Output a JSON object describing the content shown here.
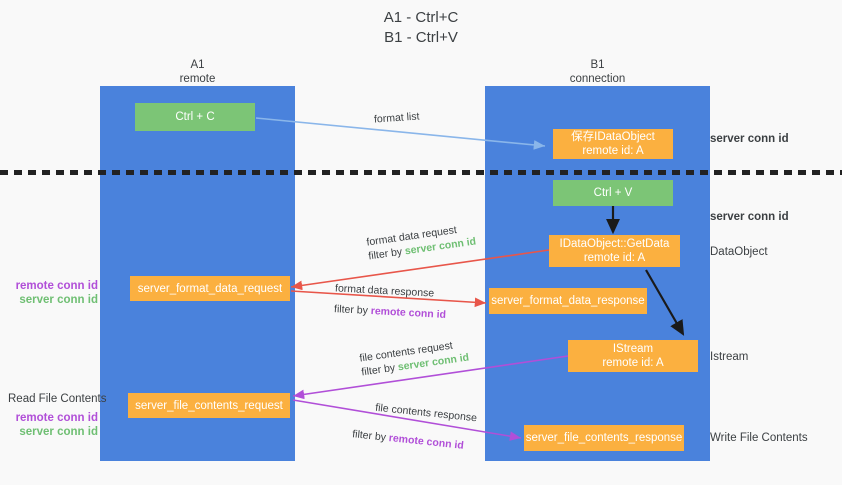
{
  "title": {
    "line1": "A1 - Ctrl+C",
    "line2": "B1 - Ctrl+V"
  },
  "columns": [
    {
      "name": "A1",
      "role": "remote"
    },
    {
      "name": "B1",
      "role": "connection"
    }
  ],
  "boxes": {
    "ctrl_c": {
      "label": "Ctrl + C",
      "color": "#7cc576"
    },
    "save_dataobject": {
      "line1": "保存IDataObject",
      "line2": "remote id: A",
      "color": "#fbb040"
    },
    "ctrl_v": {
      "label": "Ctrl + V",
      "color": "#7cc576"
    },
    "getdata": {
      "line1": "IDataObject::GetData",
      "line2": "remote id: A",
      "color": "#fbb040"
    },
    "format_data_request": {
      "label": "server_format_data_request",
      "color": "#fbb040"
    },
    "format_data_response": {
      "label": "server_format_data_response",
      "color": "#fbb040"
    },
    "istream": {
      "line1": "IStream",
      "line2": "remote id: A",
      "color": "#fbb040"
    },
    "file_contents_request": {
      "label": "server_file_contents_request",
      "color": "#fbb040"
    },
    "file_contents_response": {
      "label": "server_file_contents_response",
      "color": "#fbb040"
    }
  },
  "edge_labels": {
    "format_list": "format list",
    "format_data_request": "format data request",
    "format_data_request_filter_prefix": "filter by ",
    "format_data_request_filter_value": "server conn id",
    "format_data_response": "format data response",
    "format_data_response_filter_prefix": "filter by ",
    "format_data_response_filter_value": "remote conn id",
    "file_contents_request": "file contents request",
    "file_contents_request_filter_prefix": "filter by ",
    "file_contents_request_filter_value": "server conn id",
    "file_contents_response": "file contents response",
    "file_contents_response_filter_prefix": "filter by ",
    "file_contents_response_filter_value": "remote conn id"
  },
  "side_labels": {
    "left_mid_remote": "remote conn id",
    "left_mid_server": "server conn id",
    "read_file_contents": "Read File Contents",
    "left_bottom_remote": "remote conn id",
    "left_bottom_server": "server conn id"
  },
  "right_labels": {
    "server_conn_id_top": "server conn id",
    "server_conn_id_mid": "server conn id",
    "dataobject": "DataObject",
    "istream": "Istream",
    "write_file_contents": "Write File Contents"
  },
  "colors": {
    "lane": "#4a82dc",
    "green": "#7cc576",
    "orange": "#fbb040",
    "green_text": "#6fbf73",
    "purple_text": "#b14fd8",
    "arrow_red": "#e8564a",
    "arrow_blue": "#8ab6ea",
    "arrow_purple": "#b14fd8",
    "arrow_black": "#1a1a1a",
    "background": "#f9f9f9"
  }
}
